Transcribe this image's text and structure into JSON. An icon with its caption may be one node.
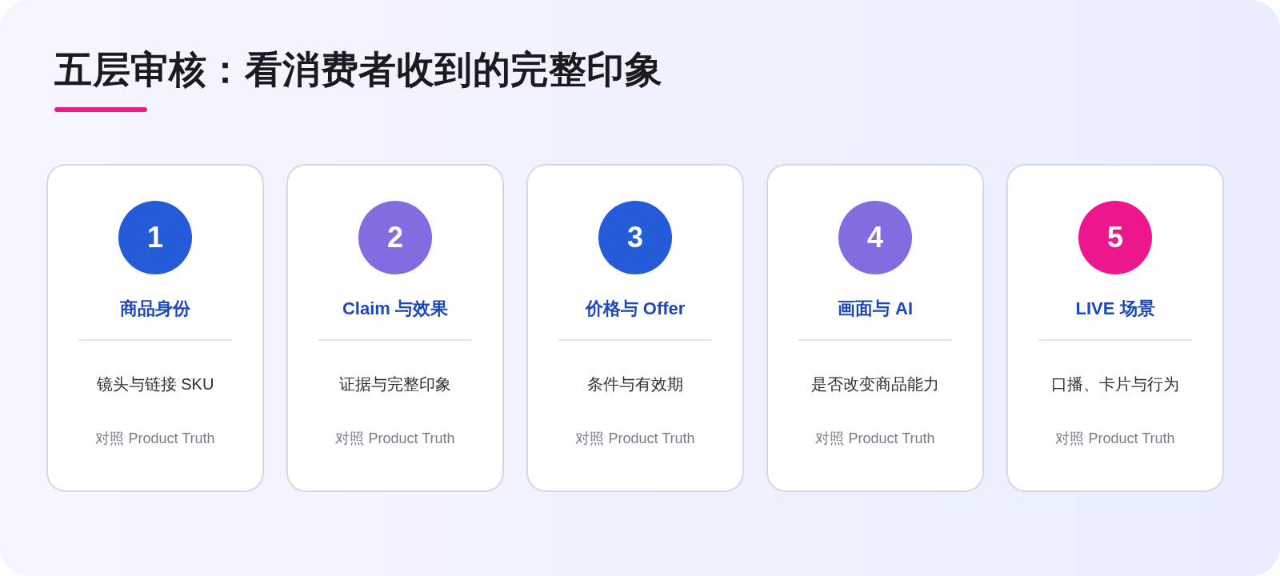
{
  "diagram": {
    "title": "五层审核：看消费者收到的完整印象",
    "nodes": [
      {
        "text": [
          "商品身份",
          "镜头与链接 SKU",
          "对照 Product Truth"
        ]
      },
      {
        "text": [
          "1"
        ],
        "in": 0
      },
      {
        "text": [
          "Claim 与效果",
          "证据与完整印象",
          "对照 Product Truth"
        ]
      },
      {
        "text": [
          "2"
        ],
        "in": 2
      },
      {
        "text": [
          "价格与 Offer",
          "条件与有效期",
          "对照 Product Truth"
        ]
      },
      {
        "text": [
          "3"
        ],
        "in": 4
      },
      {
        "text": [
          "画面与 AI",
          "是否改变商品能力",
          "对照 Product Truth"
        ]
      },
      {
        "text": [
          "4"
        ],
        "in": 6
      },
      {
        "text": [
          "LIVE 场景",
          "口播、卡片与行为",
          "对照 Product Truth"
        ]
      },
      {
        "text": [
          "5"
        ],
        "in": 8
      }
    ]
  }
}
